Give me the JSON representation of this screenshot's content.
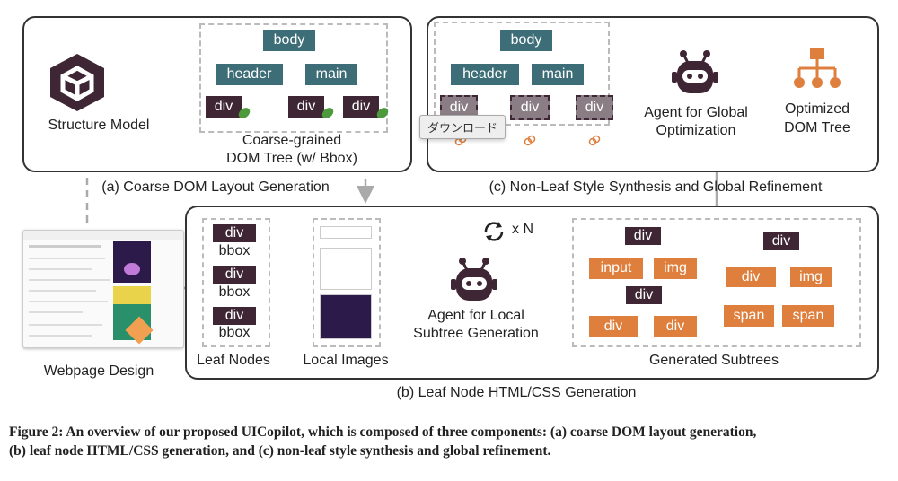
{
  "panel_a": {
    "structure_model": "Structure Model",
    "tree_caption_1": "Coarse-grained",
    "tree_caption_2": "DOM Tree (w/ Bbox)",
    "title": "(a) Coarse DOM Layout Generation",
    "nodes": {
      "root": "body",
      "left": "header",
      "right": "main",
      "leaf1": "div",
      "leaf2": "div",
      "leaf3": "div"
    }
  },
  "panel_c": {
    "title": "(c) Non-Leaf Style Synthesis and Global Refinement",
    "agent_1": "Agent for Global",
    "agent_2": "Optimization",
    "optimized_1": "Optimized",
    "optimized_2": "DOM Tree",
    "nodes": {
      "root": "body",
      "left": "header",
      "right": "main",
      "leaf1": "div",
      "leaf2": "div",
      "leaf3": "div"
    },
    "tooltip": "ダウンロード"
  },
  "panel_b": {
    "title": "(b) Leaf Node HTML/CSS Generation",
    "leaf_nodes_label": "Leaf Nodes",
    "local_images_label": "Local Images",
    "agent_1": "Agent for Local",
    "agent_2": "Subtree Generation",
    "loop": "x N",
    "generated_label": "Generated Subtrees",
    "leaf_items": [
      {
        "tag": "div",
        "sub": "bbox"
      },
      {
        "tag": "div",
        "sub": "bbox"
      },
      {
        "tag": "div",
        "sub": "bbox"
      }
    ],
    "subtree1": {
      "root": "div",
      "c1": "input",
      "c2": "img"
    },
    "subtree2": {
      "root": "div",
      "c1": "div",
      "c2": "div"
    },
    "subtree3": {
      "root": "div",
      "c1": "div",
      "c2": "img",
      "g1": "span",
      "g2": "span"
    }
  },
  "webpage_label": "Webpage Design",
  "figure_caption_1": "Figure 2: An overview of our proposed UICopilot, which is composed of three components: (a) coarse DOM layout generation,",
  "figure_caption_2": "(b) leaf node HTML/CSS generation, and (c) non-leaf style synthesis and global refinement."
}
